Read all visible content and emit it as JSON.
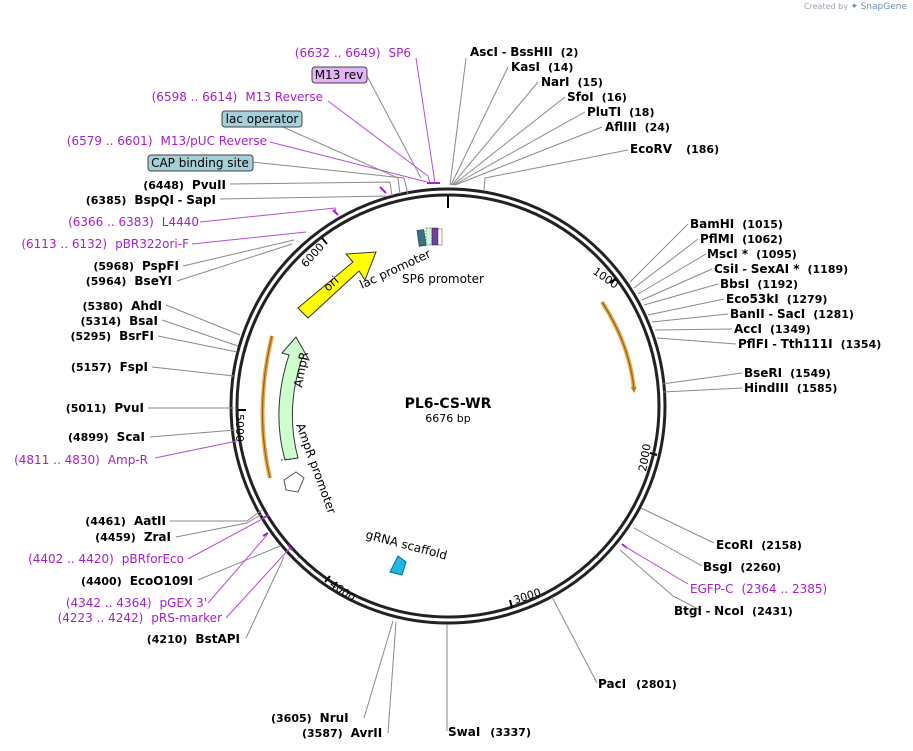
{
  "brand": {
    "created_by": "Created by",
    "app": "SnapGene"
  },
  "plasmid": {
    "name": "PL6-CS-WR",
    "size_label": "6676 bp",
    "length": 6676
  },
  "ticks": [
    "1000",
    "2000",
    "3000",
    "4000",
    "5000",
    "6000"
  ],
  "colors": {
    "primer": "#a21fd1",
    "ori": "#ffff00",
    "ampr": "#ccffcc",
    "orange": "#e8a33a",
    "gRNA": "#1fb7e6",
    "box_purple": "#e3b4f5",
    "box_blue": "#a5cfd9"
  },
  "sites": [
    {
      "name": "AscI",
      "name2": "BssHII",
      "pos": "(2)"
    },
    {
      "name": "KasI",
      "pos": "(14)"
    },
    {
      "name": "NarI",
      "pos": "(15)"
    },
    {
      "name": "SfoI",
      "pos": "(16)"
    },
    {
      "name": "PluTI",
      "pos": "(18)"
    },
    {
      "name": "AflIII",
      "pos": "(24)"
    },
    {
      "name": "EcoRV",
      "pos": "(186)"
    },
    {
      "name": "BamHI",
      "pos": "(1015)"
    },
    {
      "name": "PflMI",
      "pos": "(1062)"
    },
    {
      "name": "MscI *",
      "pos": "(1095)"
    },
    {
      "name": "CsiI",
      "name2": "SexAI *",
      "pos": "(1189)"
    },
    {
      "name": "BbsI",
      "pos": "(1192)"
    },
    {
      "name": "Eco53kI",
      "pos": "(1279)"
    },
    {
      "name": "BanII",
      "name2": "SacI",
      "pos": "(1281)"
    },
    {
      "name": "AccI",
      "pos": "(1349)"
    },
    {
      "name": "PflFI",
      "name2": "Tth111I",
      "pos": "(1354)"
    },
    {
      "name": "BseRI",
      "pos": "(1549)"
    },
    {
      "name": "HindIII",
      "pos": "(1585)"
    },
    {
      "name": "EcoRI",
      "pos": "(2158)"
    },
    {
      "name": "BsgI",
      "pos": "(2260)"
    },
    {
      "name": "BtgI",
      "name2": "NcoI",
      "pos": "(2431)"
    },
    {
      "name": "PacI",
      "pos": "(2801)"
    },
    {
      "name": "SwaI",
      "pos": "(3337)"
    },
    {
      "name": "AvrII",
      "pos": "(3587)"
    },
    {
      "name": "NruI",
      "pos": "(3605)"
    },
    {
      "name": "BstAPI",
      "pos": "(4210)"
    },
    {
      "name": "EcoO109I",
      "pos": "(4400)"
    },
    {
      "name": "ZraI",
      "pos": "(4459)"
    },
    {
      "name": "AatII",
      "pos": "(4461)"
    },
    {
      "name": "ScaI",
      "pos": "(4899)"
    },
    {
      "name": "PvuI",
      "pos": "(5011)"
    },
    {
      "name": "FspI",
      "pos": "(5157)"
    },
    {
      "name": "BsrFI",
      "pos": "(5295)"
    },
    {
      "name": "BsaI",
      "pos": "(5314)"
    },
    {
      "name": "AhdI",
      "pos": "(5380)"
    },
    {
      "name": "BseYI",
      "pos": "(5964)"
    },
    {
      "name": "PspFI",
      "pos": "(5968)"
    },
    {
      "name": "BspQI",
      "name2": "SapI",
      "pos": "(6385)"
    },
    {
      "name": "PvuII",
      "pos": "(6448)"
    }
  ],
  "primers": [
    {
      "name": "SP6",
      "range": "(6632 .. 6649)"
    },
    {
      "name": "M13 Reverse",
      "range": "(6598 .. 6614)"
    },
    {
      "name": "M13/pUC Reverse",
      "range": "(6579 .. 6601)"
    },
    {
      "name": "L4440",
      "range": "(6366 .. 6383)"
    },
    {
      "name": "pBR322ori-F",
      "range": "(6113 .. 6132)"
    },
    {
      "name": "Amp-R",
      "range": "(4811 .. 4830)"
    },
    {
      "name": "pBRforEco",
      "range": "(4402 .. 4420)"
    },
    {
      "name": "pGEX 3'",
      "range": "(4342 .. 4364)"
    },
    {
      "name": "pRS-marker",
      "range": "(4223 .. 4242)"
    },
    {
      "name": "EGFP-C",
      "range": "(2364 .. 2385)"
    }
  ],
  "boxes": {
    "m13_rev": "M13 rev",
    "lac_operator": "lac operator",
    "cap_site": "CAP binding site"
  },
  "features": {
    "ori": "ori",
    "ampr": "AmpR",
    "ampr_promoter": "AmpR promoter",
    "lac_promoter": "lac promoter",
    "sp6_promoter": "SP6 promoter",
    "grna": "gRNA scaffold"
  }
}
